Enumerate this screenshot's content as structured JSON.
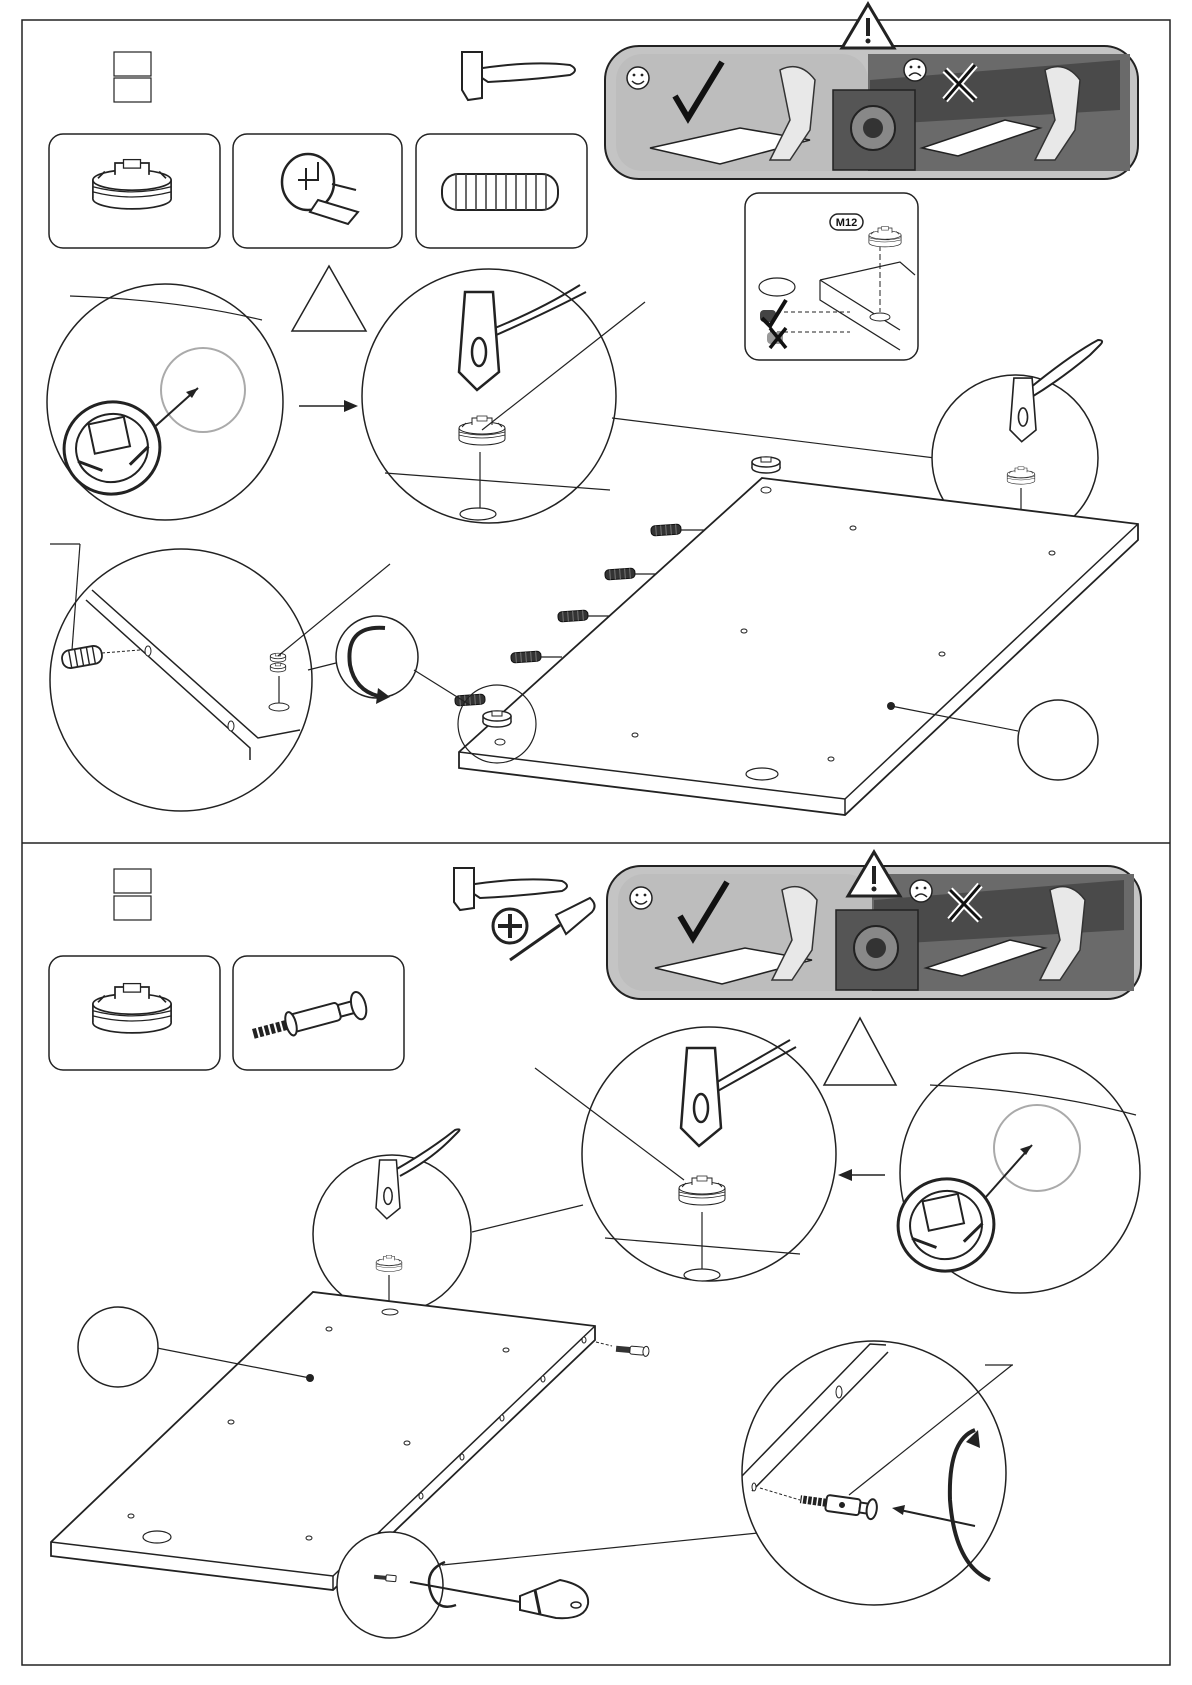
{
  "step1": {
    "tool": "hammer-icon",
    "parts": [
      {
        "name": "cam-lock-housing",
        "icon": "cam-lock-icon"
      },
      {
        "name": "cam-lock-clip",
        "icon": "cam-clip-icon"
      },
      {
        "name": "wooden-dowel",
        "icon": "dowel-icon"
      }
    ],
    "warning_icon": "warning-triangle-icon",
    "good_face": "smiley-icon",
    "bad_face": "frowny-icon",
    "inset": {
      "fitting_label": "M12"
    }
  },
  "step2": {
    "tools": [
      "hammer-icon",
      "phillips-screwdriver-icon"
    ],
    "parts": [
      {
        "name": "cam-lock-housing",
        "icon": "cam-lock-icon"
      },
      {
        "name": "cam-bolt",
        "icon": "cam-bolt-icon"
      }
    ],
    "warning_icon": "warning-triangle-icon",
    "good_face": "smiley-icon",
    "bad_face": "frowny-icon"
  },
  "colors": {
    "line": "#222222",
    "panel_bg": "#b8b8b8",
    "photo_dark": "#4a4a4a"
  }
}
